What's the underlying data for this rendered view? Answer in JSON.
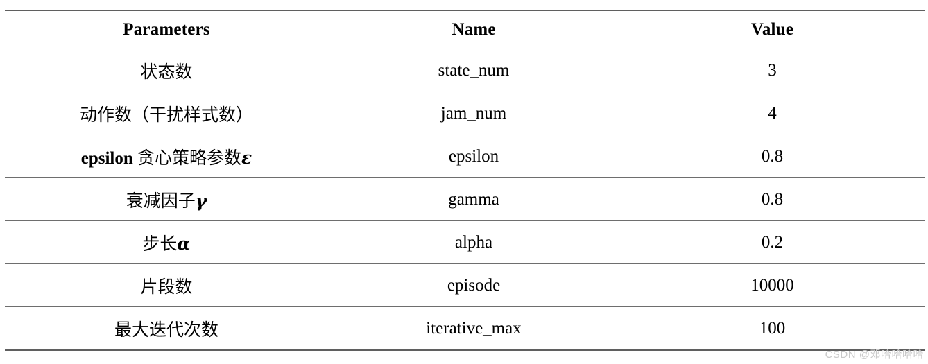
{
  "table": {
    "headers": [
      "Parameters",
      "Name",
      "Value"
    ],
    "rows": [
      {
        "parameter": "状态数",
        "parameter_latin": "",
        "parameter_greek": "",
        "name": "state_num",
        "value": "3"
      },
      {
        "parameter": "动作数（干扰样式数）",
        "parameter_latin": "",
        "parameter_greek": "",
        "name": "jam_num",
        "value": "4"
      },
      {
        "parameter": " 贪心策略参数",
        "parameter_latin": "epsilon",
        "parameter_greek": "ε",
        "name": "epsilon",
        "value": "0.8"
      },
      {
        "parameter": "衰减因子",
        "parameter_latin": "",
        "parameter_greek": "γ",
        "name": "gamma",
        "value": "0.8"
      },
      {
        "parameter": "步长",
        "parameter_latin": "",
        "parameter_greek": "α",
        "name": "alpha",
        "value": "0.2"
      },
      {
        "parameter": "片段数",
        "parameter_latin": "",
        "parameter_greek": "",
        "name": "episode",
        "value": "10000"
      },
      {
        "parameter": "最大迭代次数",
        "parameter_latin": "",
        "parameter_greek": "",
        "name": "iterative_max",
        "value": "100"
      }
    ]
  },
  "watermark": {
    "text": "CSDN @邓哈哈哈哈",
    "color": "#c9c9c9"
  }
}
